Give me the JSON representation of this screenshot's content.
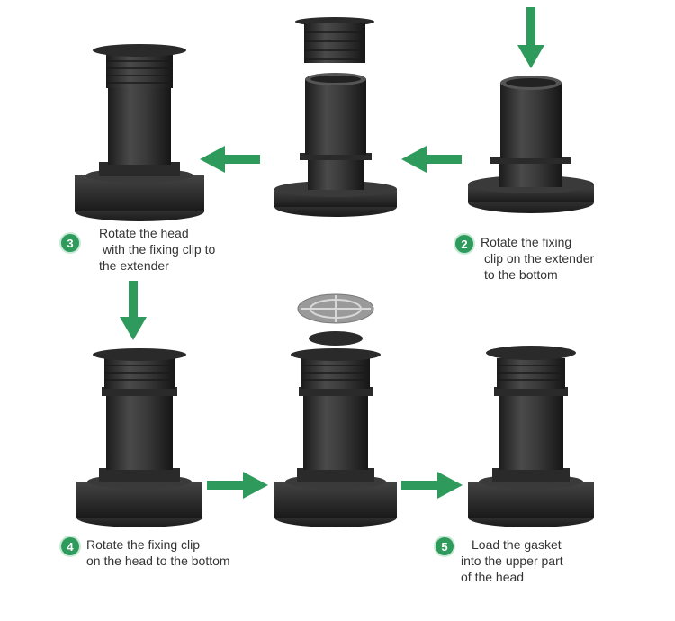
{
  "colors": {
    "arrow": "#2e9a5b",
    "badge": "#2e9a5b",
    "product": "#3a3a3a",
    "product_dark": "#1f1f1f",
    "product_light": "#5a5a5a"
  },
  "steps": [
    {
      "number": "2",
      "lines": [
        "Rotate the fixing",
        "clip on the extender",
        "to the bottom"
      ]
    },
    {
      "number": "3",
      "lines": [
        "Rotate the head",
        "with the fixing clip to",
        "the extender"
      ]
    },
    {
      "number": "4",
      "lines": [
        "Rotate the fixing clip",
        "on the head to the bottom"
      ]
    },
    {
      "number": "5",
      "lines": [
        "Load the gasket",
        "into the upper part",
        "of the head"
      ]
    }
  ],
  "arrows": [
    {
      "id": "arrow-down-into-extender",
      "direction": "down"
    },
    {
      "id": "arrow-left-top-1",
      "direction": "left"
    },
    {
      "id": "arrow-left-top-2",
      "direction": "left"
    },
    {
      "id": "arrow-down-left",
      "direction": "down"
    },
    {
      "id": "arrow-right-bottom-1",
      "direction": "right"
    },
    {
      "id": "arrow-right-bottom-2",
      "direction": "right"
    }
  ]
}
